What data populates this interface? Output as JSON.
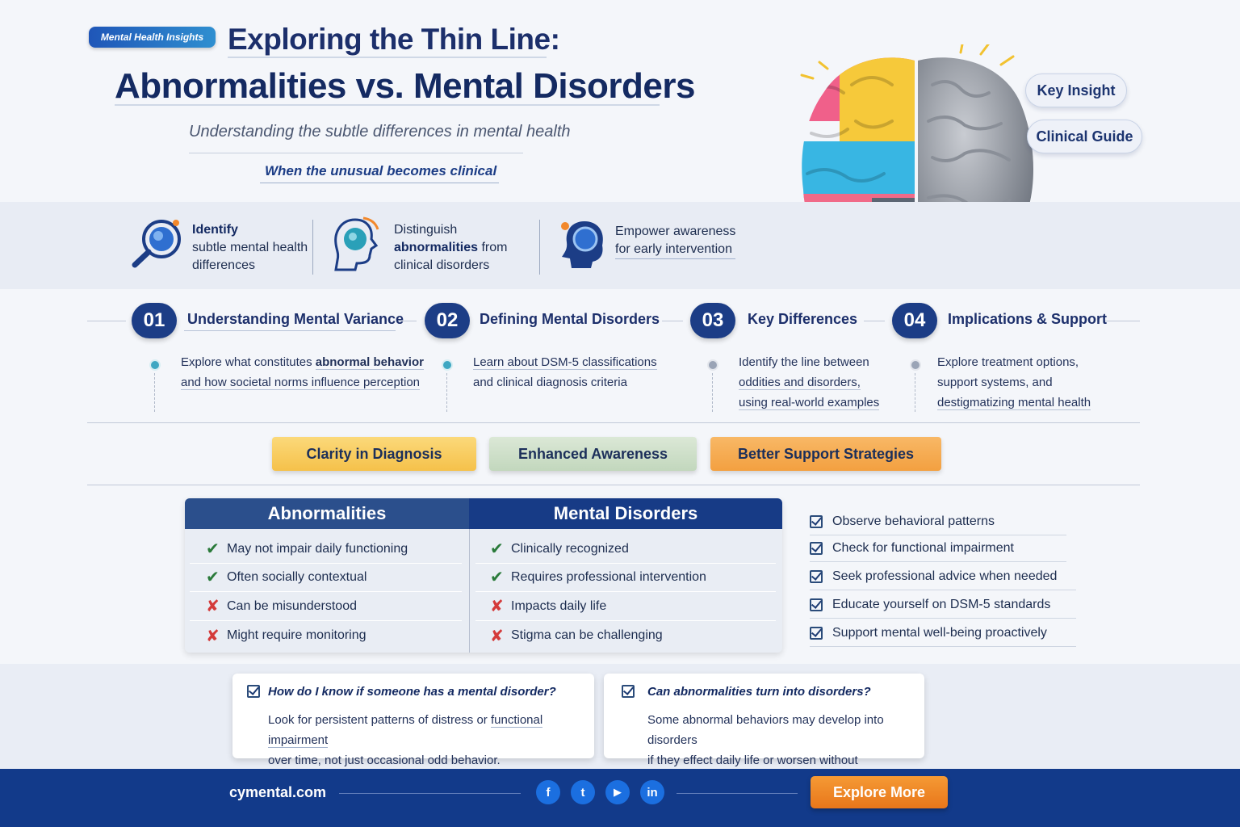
{
  "header": {
    "badge": "Mental Health Insights",
    "title_line1": "Exploring the Thin Line:",
    "title_line2": "Abnormalities vs. Mental Disorders",
    "subtitle": "Understanding the subtle differences in mental health",
    "tagline": "When the unusual becomes clinical",
    "pills": [
      "Key Insight",
      "Clinical Guide"
    ]
  },
  "features": [
    {
      "icon": "magnifier-icon",
      "bold": "Identify",
      "text1": "subtle mental health",
      "text2": "differences"
    },
    {
      "icon": "head-profile-icon",
      "line1": "Distinguish",
      "bold2": "abnormalities",
      "line2_rest": " from",
      "line3": "clinical disorders"
    },
    {
      "icon": "head-gear-icon",
      "line1": "Empower awareness",
      "line2": "for early intervention"
    }
  ],
  "steps": [
    {
      "num": "01",
      "title": "Understanding Mental Variance",
      "desc1_a": "Explore what constitutes ",
      "desc1_b": "abnormal behavior",
      "desc2": "and how societal norms influence perception"
    },
    {
      "num": "02",
      "title": "Defining Mental Disorders",
      "desc1": "Learn about DSM-5 classifications",
      "desc2": "and clinical diagnosis criteria"
    },
    {
      "num": "03",
      "title": "Key Differences",
      "desc1": "Identify the line between",
      "desc2": "oddities and disorders,",
      "desc3": "using real-world examples"
    },
    {
      "num": "04",
      "title": "Implications & Support",
      "desc1": "Explore treatment options,",
      "desc2": "support systems, and",
      "desc3": "destigmatizing mental health"
    }
  ],
  "outcomes": [
    "Clarity in Diagnosis",
    "Enhanced Awareness",
    "Better Support Strategies"
  ],
  "comparison": {
    "left_header": "Abnormalities",
    "right_header": "Mental Disorders",
    "left": [
      {
        "mark": "check",
        "text": "May not impair daily functioning"
      },
      {
        "mark": "check",
        "text": "Often socially contextual"
      },
      {
        "mark": "cross",
        "text": "Can be misunderstood"
      },
      {
        "mark": "cross",
        "text": "Might require monitoring"
      }
    ],
    "right": [
      {
        "mark": "check",
        "text": "Clinically recognized"
      },
      {
        "mark": "check",
        "text": "Requires professional intervention"
      },
      {
        "mark": "cross",
        "text": "Impacts daily life"
      },
      {
        "mark": "cross",
        "text": "Stigma can be challenging"
      }
    ]
  },
  "checklist": [
    "Observe behavioral patterns",
    "Check for functional impairment",
    "Seek professional advice when needed",
    "Educate yourself on DSM-5 standards",
    "Support mental well-being proactively"
  ],
  "faq": [
    {
      "q": "How do I know if someone has a mental disorder?",
      "a1_a": "Look for persistent patterns of distress or ",
      "a1_b": "functional impairment",
      "a2": "over time, not just occasional odd behavior."
    },
    {
      "q": "Can abnormalities turn into disorders?",
      "a1": "Some abnormal behaviors may develop into disorders",
      "a2": "if they effect daily life or worsen without intervention."
    }
  ],
  "footer": {
    "site": "cymental.com",
    "social": [
      "f",
      "t",
      "▶",
      "in"
    ],
    "cta": "Explore More"
  },
  "colors": {
    "navy": "#1c3d86",
    "outcome1": "#f7c95a",
    "outcome2": "#c9dcc4",
    "outcome3": "#f5a54a",
    "footer": "#123a8a",
    "cta": "#ef8626"
  }
}
